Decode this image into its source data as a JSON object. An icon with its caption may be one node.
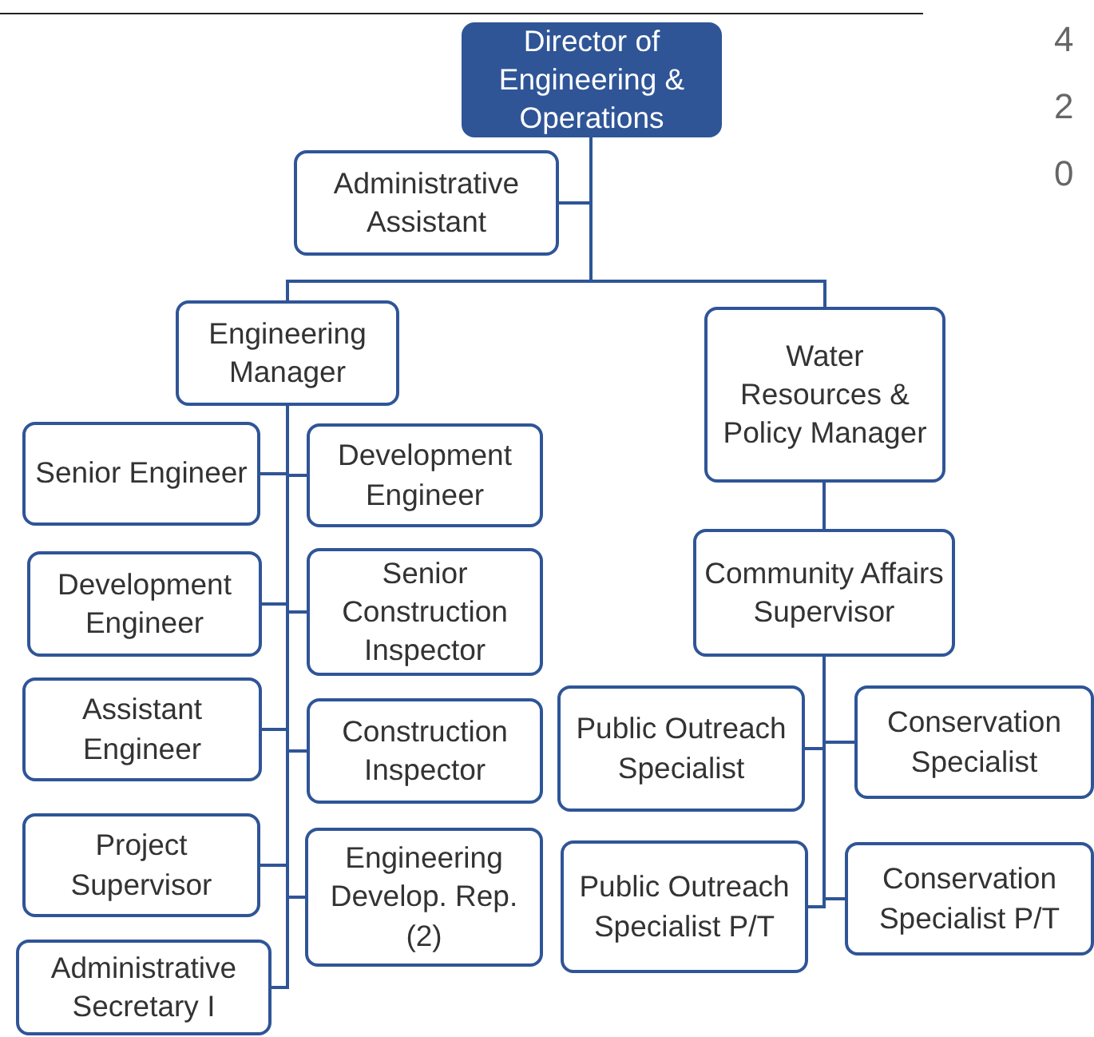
{
  "diagram": {
    "nodes": [
      {
        "text": [
          "Director of Engineering & Operations"
        ]
      },
      {
        "text": [
          "Administrative Assistant"
        ]
      },
      {
        "text": [
          "Engineering Manager"
        ]
      },
      {
        "text": [
          "Water Resources & Policy Manager"
        ]
      },
      {
        "text": [
          "Senior Engineer"
        ]
      },
      {
        "text": [
          "Development Engineer"
        ]
      },
      {
        "text": [
          "Development Engineer"
        ]
      },
      {
        "text": [
          "Senior Construction Inspector"
        ]
      },
      {
        "text": [
          "Assistant Engineer"
        ]
      },
      {
        "text": [
          "Construction Inspector"
        ]
      },
      {
        "text": [
          "Project Supervisor"
        ]
      },
      {
        "text": [
          "Engineering Develop. Rep. (2)"
        ]
      },
      {
        "text": [
          "Administrative Secretary I"
        ]
      },
      {
        "text": [
          "Community Affairs Supervisor"
        ]
      },
      {
        "text": [
          "Public Outreach Specialist"
        ]
      },
      {
        "text": [
          "Conservation Specialist"
        ]
      },
      {
        "text": [
          "Public Outreach Specialist P/T"
        ]
      },
      {
        "text": [
          "Conservation Specialist P/T"
        ]
      }
    ],
    "edges": [
      {
        "from": 0,
        "to": 1,
        "arrow": "none"
      },
      {
        "from": 0,
        "to": 2,
        "arrow": "none"
      },
      {
        "from": 0,
        "to": 3,
        "arrow": "none"
      },
      {
        "from": 2,
        "to": 4,
        "arrow": "none"
      },
      {
        "from": 2,
        "to": 5,
        "arrow": "none"
      },
      {
        "from": 2,
        "to": 6,
        "arrow": "none"
      },
      {
        "from": 2,
        "to": 7,
        "arrow": "none"
      },
      {
        "from": 2,
        "to": 8,
        "arrow": "none"
      },
      {
        "from": 2,
        "to": 9,
        "arrow": "none"
      },
      {
        "from": 2,
        "to": 10,
        "arrow": "none"
      },
      {
        "from": 2,
        "to": 11,
        "arrow": "none"
      },
      {
        "from": 2,
        "to": 12,
        "arrow": "none"
      },
      {
        "from": 3,
        "to": 13,
        "arrow": "none"
      },
      {
        "from": 13,
        "to": 14,
        "arrow": "none"
      },
      {
        "from": 13,
        "to": 15,
        "arrow": "none"
      },
      {
        "from": 13,
        "to": 16,
        "arrow": "none"
      },
      {
        "from": 13,
        "to": 17,
        "arrow": "none"
      }
    ],
    "labels": [
      "4",
      "2",
      "0"
    ]
  }
}
